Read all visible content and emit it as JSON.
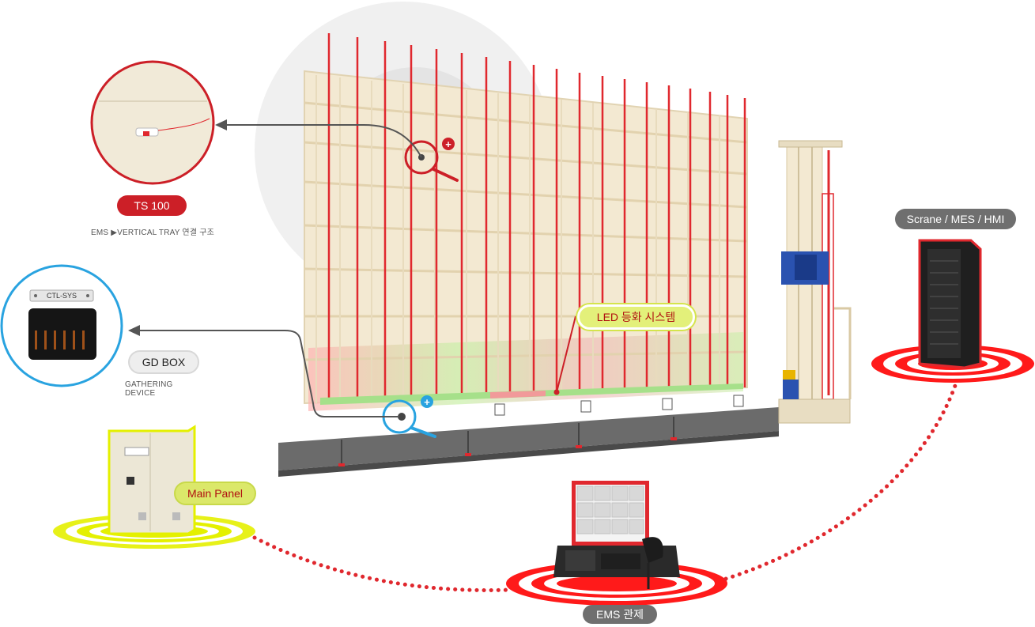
{
  "labels": {
    "ts100": "TS 100",
    "ts100_caption": "EMS ▶VERTICAL TRAY 연결 구조",
    "ctl_sys": "CTL-SYS",
    "gd_box": "GD BOX",
    "gd_box_caption": "GATHERING DEVICE",
    "led_system": "LED 등화 시스템",
    "main_panel": "Main Panel",
    "ems_control": "EMS 관제",
    "scrane": "Scrane / MES / HMI"
  },
  "colors": {
    "accent_red": "#cc1f27",
    "accent_blue": "#29a3e0",
    "accent_yellow": "#dbe86a",
    "rack": "#f3e9d2",
    "base": "#6b6b6b"
  }
}
